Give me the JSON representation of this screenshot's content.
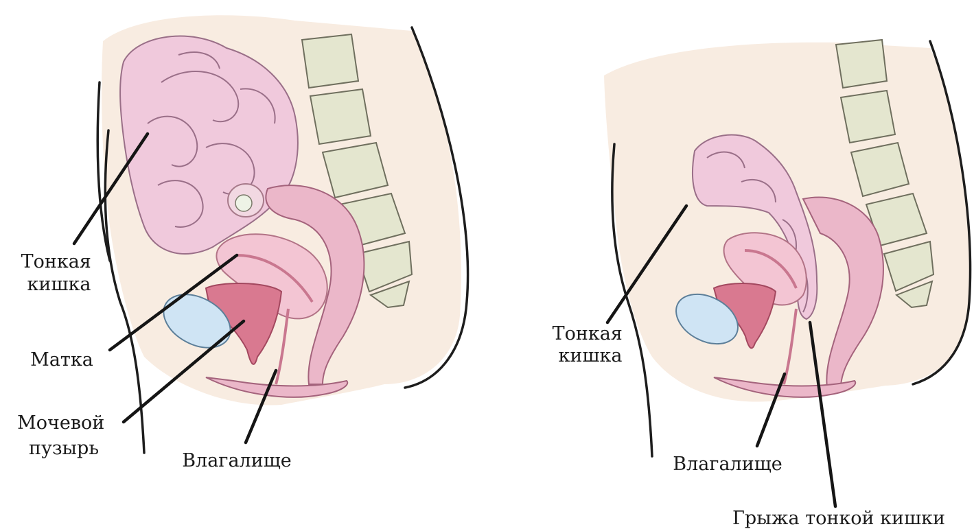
{
  "left_panel": {
    "labels": {
      "small_intestine": [
        "Тонкая",
        "кишка"
      ],
      "uterus": "Матка",
      "bladder": [
        "Мочевой",
        "пузырь"
      ],
      "vagina": "Влагалище"
    }
  },
  "right_panel": {
    "labels": {
      "small_intestine": [
        "Тонкая",
        "кишка"
      ],
      "vagina": "Влагалище",
      "enterocele": "Грыжа тонкой кишки"
    }
  }
}
